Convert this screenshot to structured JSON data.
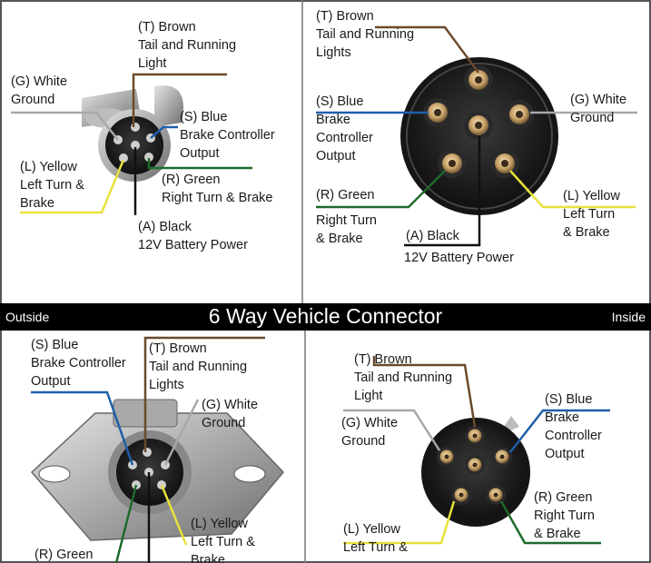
{
  "banner": {
    "title": "6 Way Vehicle Connector",
    "left": "Outside",
    "right": "Inside"
  },
  "wire_colors": {
    "brown": "#6b4a2b",
    "blue": "#1f5fa8",
    "white": "#a8a8a8",
    "green": "#1d6b2a",
    "yellow": "#e8e23a",
    "black": "#111111"
  },
  "panel_tl": {
    "brown": "(T) Brown\nTail and Running\nLight",
    "white": "(G) White\nGround",
    "blue": "(S) Blue\nBrake Controller\nOutput",
    "yellow": "(L) Yellow\nLeft Turn &\nBrake",
    "green": "(R) Green\nRight Turn & Brake",
    "black": "(A) Black\n12V Battery Power"
  },
  "panel_tr": {
    "brown": "(T) Brown\nTail and Running\nLights",
    "blue": "(S) Blue\nBrake\nController\nOutput",
    "white": "(G) White\nGround",
    "green": "(R) Green",
    "green_sub": "Right Turn\n& Brake",
    "yellow": "(L) Yellow\nLeft Turn\n& Brake",
    "black": "(A) Black",
    "black_sub": "12V Battery Power"
  },
  "panel_bl": {
    "blue": "(S) Blue\nBrake Controller\nOutput",
    "brown": "(T) Brown\nTail and Running\nLights",
    "white": "(G) White\nGround",
    "yellow": "(L) Yellow\nLeft Turn &\nBrake",
    "green": "(R) Green"
  },
  "panel_br": {
    "brown": "(T) Brown\nTail and Running\nLight",
    "white": "(G) White\nGround",
    "blue": "(S) Blue\nBrake\nController\nOutput",
    "green": "(R) Green\nRight Turn\n& Brake",
    "yellow": "(L) Yellow\nLeft Turn &"
  }
}
